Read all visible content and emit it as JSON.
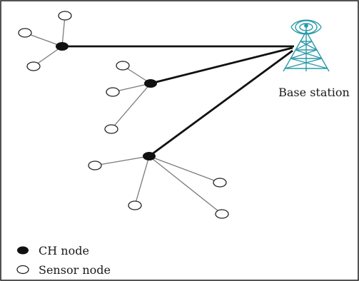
{
  "base_station": {
    "label": "Base station",
    "color": "#2a9aa8"
  },
  "legend": {
    "ch_label": "CH node",
    "sensor_label": "Sensor node"
  },
  "colors": {
    "border": "#1a1a1a",
    "ch_fill": "#111111",
    "backbone_line": "#111111",
    "member_line": "#7a7a7a",
    "sensor_stroke": "#222222"
  }
}
